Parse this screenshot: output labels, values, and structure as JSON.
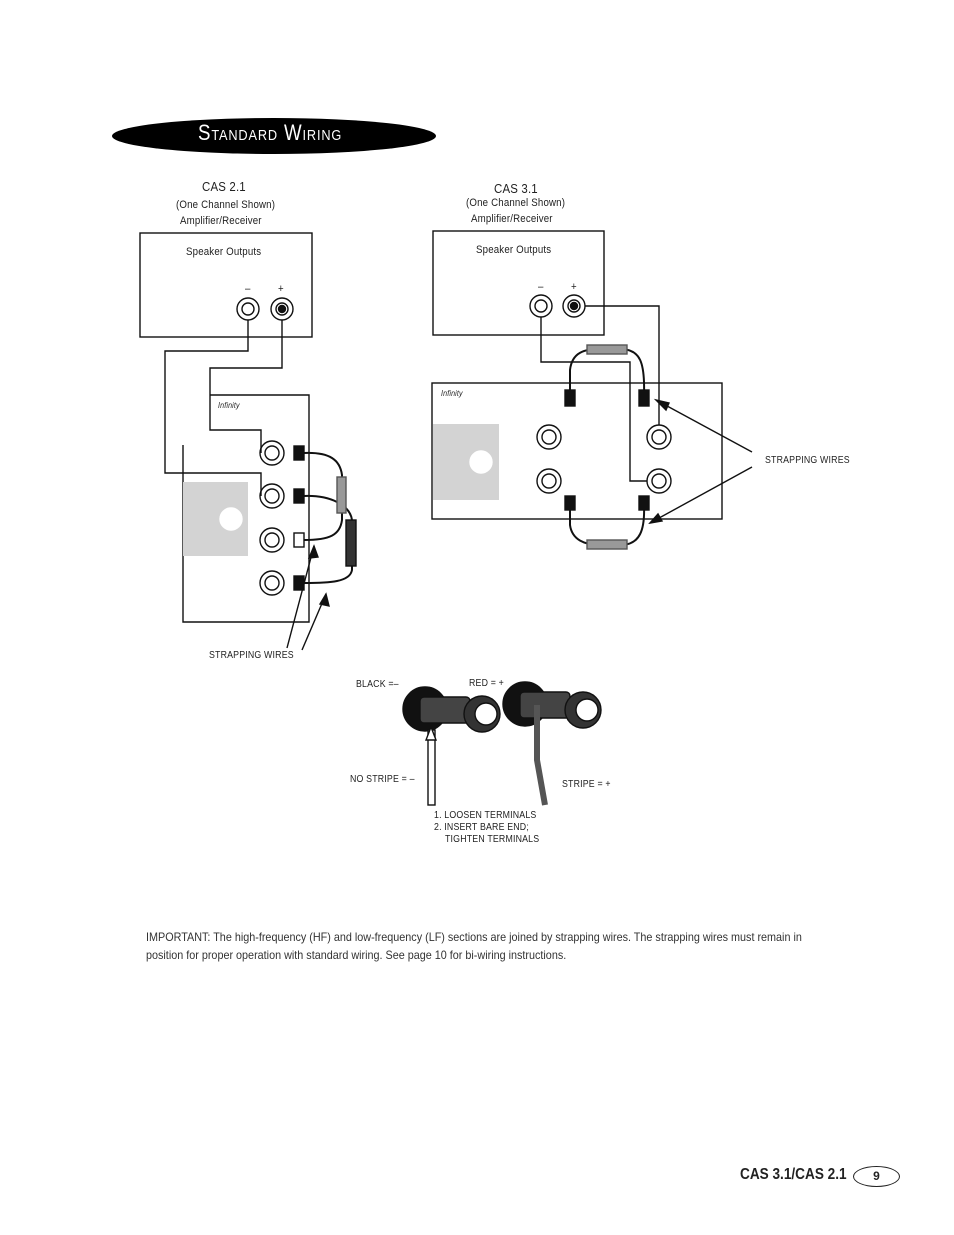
{
  "header": {
    "title": "Standard Wiring"
  },
  "left_diagram": {
    "model": "CAS 2.1",
    "subtitle_line1": "(One Channel Shown)",
    "subtitle_line2": "Amplifier/Receiver",
    "outputs_label": "Speaker Outputs",
    "minus": "–",
    "plus": "+",
    "brand": "Infinity",
    "strapping_label": "STRAPPING WIRES"
  },
  "right_diagram": {
    "model": "CAS 3.1",
    "subtitle_line1": "(One Channel Shown)",
    "subtitle_line2": "Amplifier/Receiver",
    "outputs_label": "Speaker Outputs",
    "minus": "–",
    "plus": "+",
    "brand": "Infinity",
    "strapping_label": "STRAPPING WIRES"
  },
  "terminal_detail": {
    "black_label": "BLACK =–",
    "red_label": "RED = +",
    "no_stripe_label": "NO STRIPE = –",
    "stripe_label": "STRIPE = +",
    "step1": "1. LOOSEN TERMINALS",
    "step2": "2. INSERT BARE END;",
    "step2b": "TIGHTEN TERMINALS"
  },
  "note": "IMPORTANT: The high-frequency (HF) and low-frequency (LF) sections are joined by strapping wires. The strapping wires must remain in position for proper operation with standard wiring. See page 10 for bi-wiring instructions.",
  "footer": {
    "title": "CAS 3.1/CAS 2.1",
    "page_number": "9"
  }
}
